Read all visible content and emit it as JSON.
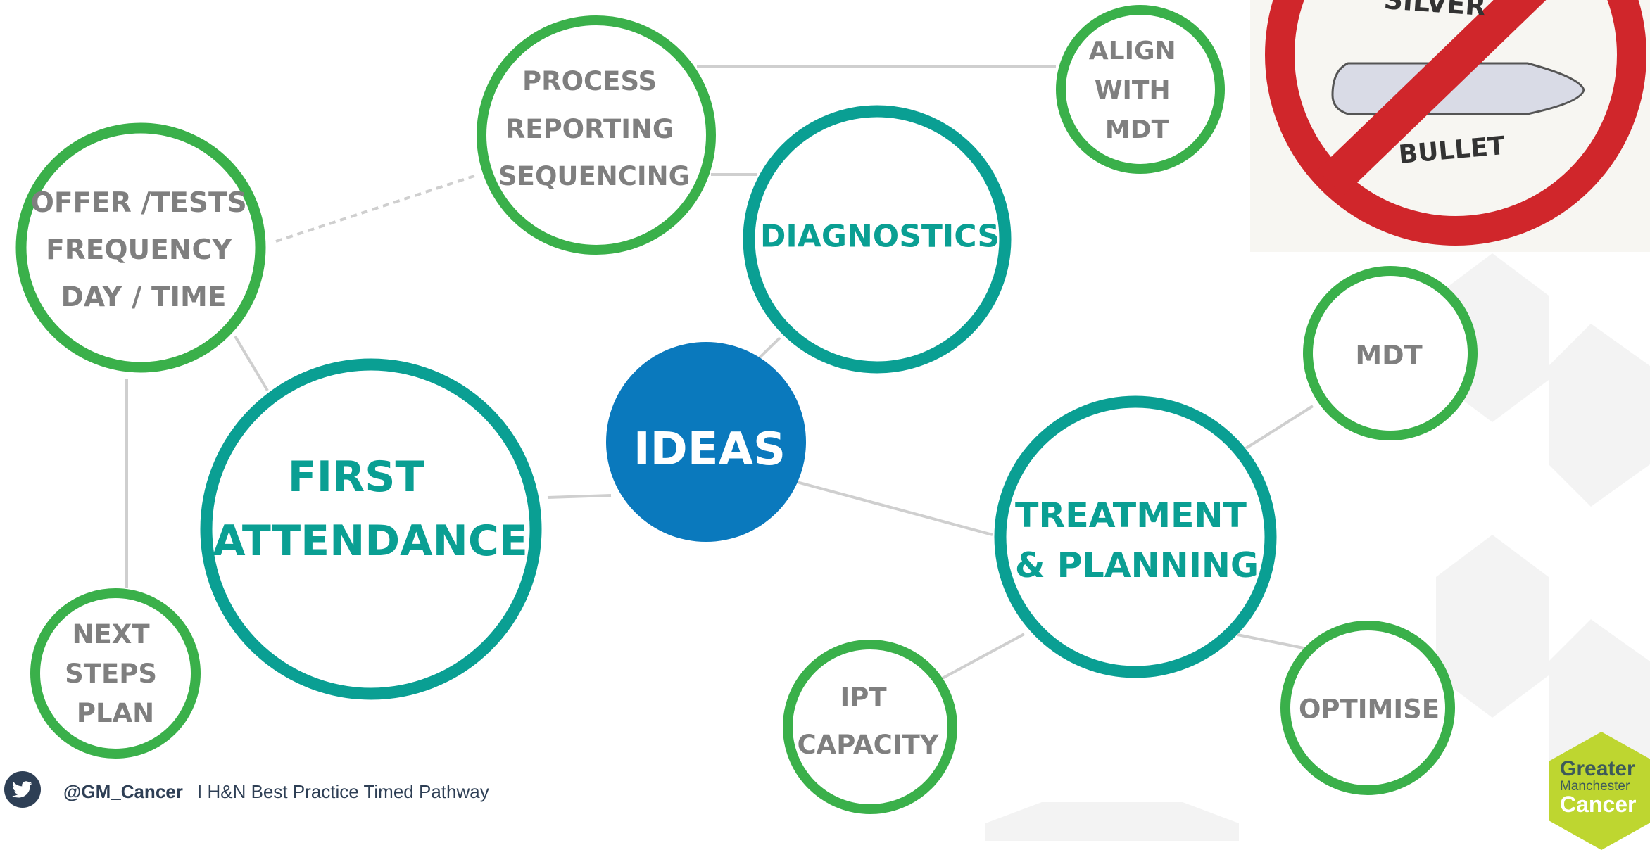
{
  "nodes": {
    "ideas": "IDEAS",
    "diagnostics": "DIAGNOSTICS",
    "first_attendance": [
      "FIRST",
      "ATTENDANCE"
    ],
    "treatment_planning": [
      "TREATMENT",
      "& PLANNING"
    ],
    "process": [
      "PROCESS",
      "REPORTING",
      "SEQUENCING"
    ],
    "align": [
      "ALIGN",
      "WITH",
      "MDT"
    ],
    "offer": [
      "OFFER /TESTS",
      "FREQUENCY",
      "DAY / TIME"
    ],
    "next_steps": [
      "NEXT",
      "STEPS",
      "PLAN"
    ],
    "mdt": "MDT",
    "optimise": "OPTIMISE",
    "ipt_capacity": [
      "IPT",
      "CAPACITY"
    ]
  },
  "silver_bullet": {
    "top_text": "SILVER",
    "bottom_text": "BULLET"
  },
  "footer": {
    "handle": "@GM_Cancer",
    "text": "I H&N Best Practice Timed Pathway"
  },
  "logo": {
    "line1": "Greater",
    "line2": "Manchester",
    "line3": "Cancer"
  },
  "colors": {
    "teal": "#0a9f93",
    "green": "#3ab04a",
    "blue": "#0a79bd",
    "gray_text": "#7f7f7f",
    "connector": "#cfcfcf",
    "no_sign_red": "#d0262b",
    "logo_fill": "#bed630"
  },
  "icons": [
    "twitter-icon",
    "silver-bullet-no-sign"
  ]
}
